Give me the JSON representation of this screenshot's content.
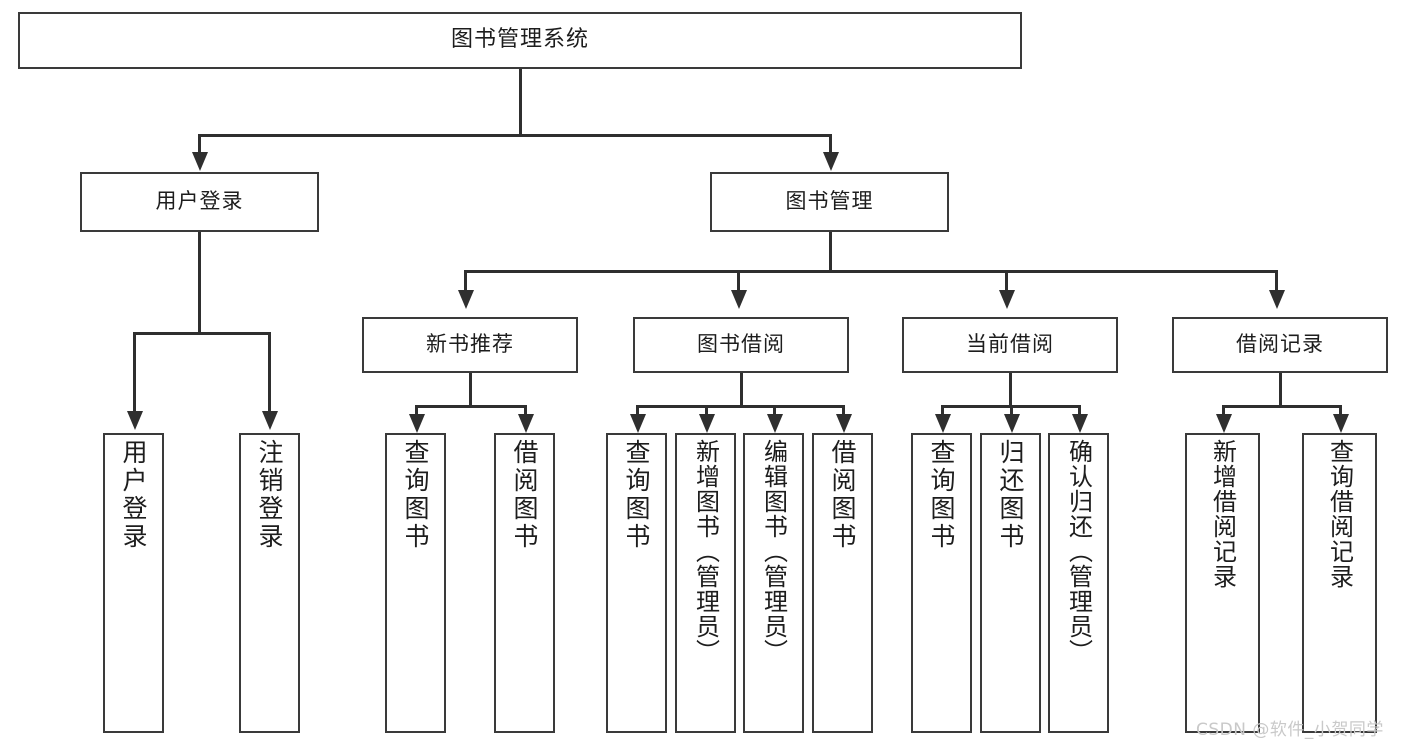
{
  "diagram": {
    "title": "图书管理系统",
    "type": "tree-hierarchy",
    "root": {
      "label": "图书管理系统"
    },
    "level1": [
      {
        "label": "用户登录"
      },
      {
        "label": "图书管理"
      }
    ],
    "level2": [
      {
        "label": "新书推荐"
      },
      {
        "label": "图书借阅"
      },
      {
        "label": "当前借阅"
      },
      {
        "label": "借阅记录"
      }
    ],
    "leaves": {
      "user_login": [
        {
          "label": "用户登录"
        },
        {
          "label": "注销登录"
        }
      ],
      "new_book_recommend": [
        {
          "label": "查询图书"
        },
        {
          "label": "借阅图书"
        }
      ],
      "book_borrow": [
        {
          "label": "查询图书"
        },
        {
          "label": "新增图书（管理员）"
        },
        {
          "label": "编辑图书（管理员）"
        },
        {
          "label": "借阅图书"
        }
      ],
      "current_borrow": [
        {
          "label": "查询图书"
        },
        {
          "label": "归还图书"
        },
        {
          "label": "确认归还（管理员）"
        }
      ],
      "borrow_record": [
        {
          "label": "新增借阅记录"
        },
        {
          "label": "查询借阅记录"
        }
      ]
    }
  },
  "watermark": {
    "text": "CSDN @软件_小贺同学"
  },
  "colors": {
    "box_border": "#3a3a3a",
    "connector": "#2f2f2f",
    "background": "#ffffff",
    "text": "#1d1d1d",
    "watermark": "#c9c9c9"
  }
}
